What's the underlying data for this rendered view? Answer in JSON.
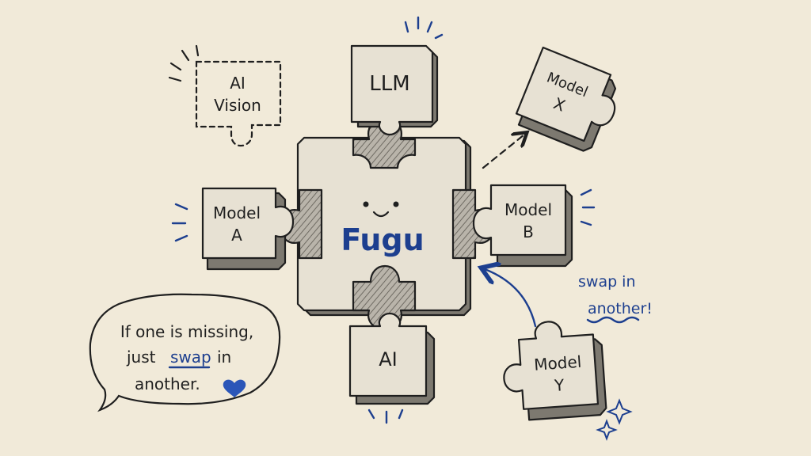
{
  "center": {
    "title": "Fugu"
  },
  "pieces": {
    "top": "LLM",
    "left_line1": "Model",
    "left_line2": "A",
    "right_line1": "Model",
    "right_line2": "B",
    "bottom": "AI",
    "ghost_line1": "AI",
    "ghost_line2": "Vision",
    "floating_x_line1": "Model",
    "floating_x_line2": "X",
    "floating_y_line1": "Model",
    "floating_y_line2": "Y"
  },
  "notes": {
    "bubble_line1": "If one is missing,",
    "bubble_line2_a": "just",
    "bubble_line2_b": "swap",
    "bubble_line2_c": "in",
    "bubble_line3": "another.",
    "swap_line1": "swap in",
    "swap_line2": "another!"
  },
  "colors": {
    "paper": "#f1ead9",
    "ink": "#1f1f1f",
    "accent_blue": "#1d3f8f"
  },
  "icons": [
    "heart-icon",
    "sparkle-icon",
    "arrow-icon",
    "smiley-face-icon"
  ]
}
